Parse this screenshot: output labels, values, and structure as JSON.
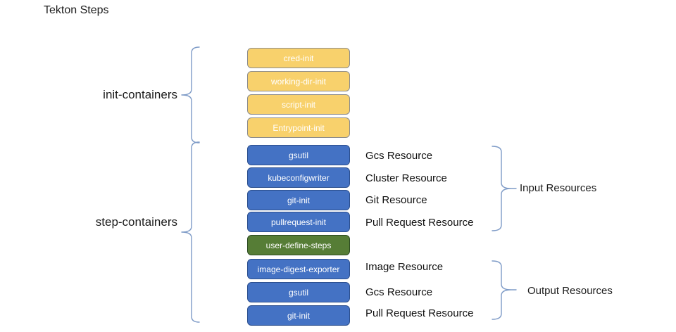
{
  "title": "Tekton Steps",
  "left_groups": [
    {
      "label": "init-containers"
    },
    {
      "label": "step-containers"
    }
  ],
  "boxes": [
    {
      "label": "cred-init",
      "type": "init-container",
      "color": "#F8D16C"
    },
    {
      "label": "working-dir-init",
      "type": "init-container",
      "color": "#F8D16C"
    },
    {
      "label": "script-init",
      "type": "init-container",
      "color": "#F8D16C"
    },
    {
      "label": "Entrypoint-init",
      "type": "init-container",
      "color": "#F8D16C"
    },
    {
      "label": "gsutil",
      "type": "step-container",
      "color": "#4472C4"
    },
    {
      "label": "kubeconfigwriter",
      "type": "step-container",
      "color": "#4472C4"
    },
    {
      "label": "git-init",
      "type": "step-container",
      "color": "#4472C4"
    },
    {
      "label": "pullrequest-init",
      "type": "step-container",
      "color": "#4472C4"
    },
    {
      "label": "user-define-steps",
      "type": "user-steps",
      "color": "#567D36"
    },
    {
      "label": "image-digest-exporter",
      "type": "step-container",
      "color": "#4472C4"
    },
    {
      "label": "gsutil",
      "type": "step-container",
      "color": "#4472C4"
    },
    {
      "label": "git-init",
      "type": "step-container",
      "color": "#4472C4"
    }
  ],
  "input_resources": {
    "brace_label": "Input Resources",
    "items": [
      "Gcs Resource",
      "Cluster Resource",
      "Git Resource",
      "Pull Request Resource"
    ]
  },
  "output_resources": {
    "brace_label": "Output Resources",
    "items": [
      "Image Resource",
      "Gcs Resource",
      "Pull Request Resource"
    ]
  },
  "colors": {
    "init_box_fill": "#F8D16C",
    "init_box_border": "#8C8C8C",
    "step_box_fill": "#4472C4",
    "step_box_border": "#2C4F8E",
    "user_steps_fill": "#567D36",
    "user_steps_border": "#2C4A21",
    "box_text": "#FFFFFF",
    "brace": "#7E9BC7",
    "label_text": "#1C1C1C"
  }
}
